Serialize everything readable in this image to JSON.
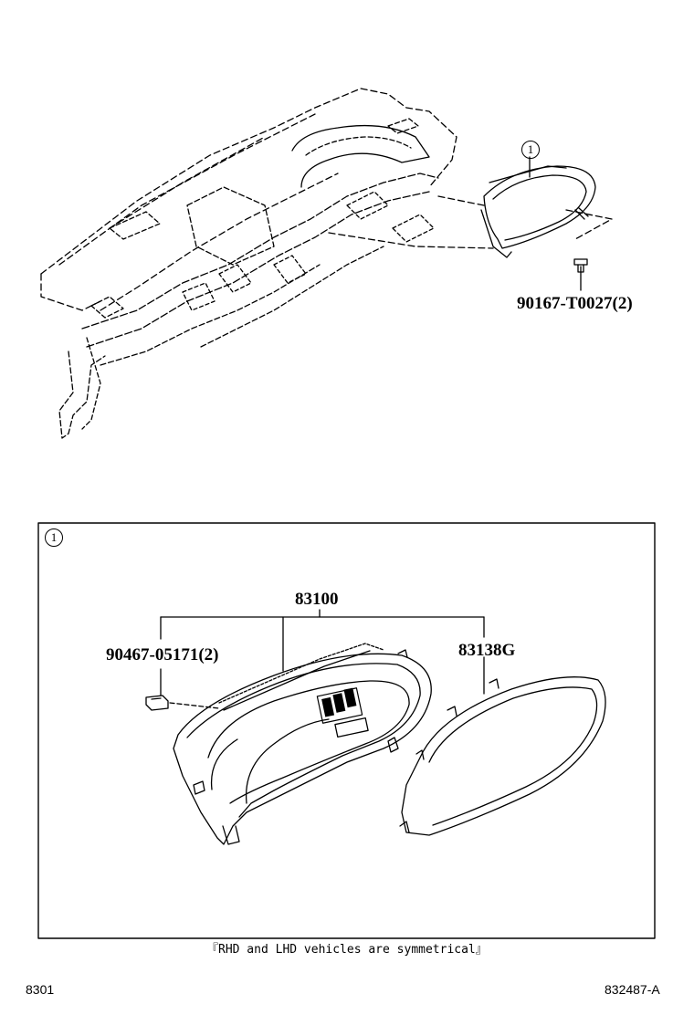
{
  "callouts": {
    "top": "1",
    "detail": "1"
  },
  "parts": {
    "screw_top": "90167-T0027(2)",
    "meter_assy": "83100",
    "screw_detail": "90467-05171(2)",
    "glass": "83138G"
  },
  "note": "『RHD and LHD vehicles are symmetrical』",
  "footer": {
    "left_code": "8301",
    "right_code": "832487-A"
  }
}
